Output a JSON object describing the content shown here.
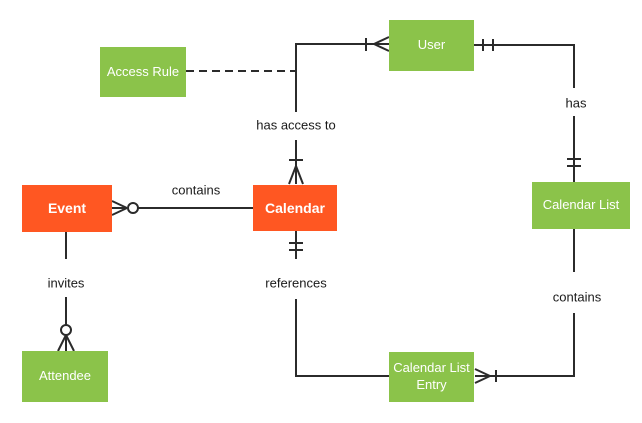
{
  "diagram": {
    "type": "entity-relationship",
    "background": "#ffffff",
    "colors": {
      "entity_green": "#8BC34A",
      "entity_orange": "#FF5722",
      "connector": "#2b2b2b",
      "label_text": "#1a1a1a",
      "entity_text": "#ffffff"
    },
    "entities": [
      {
        "id": "access-rule",
        "label": "Access Rule",
        "color": "#8BC34A"
      },
      {
        "id": "user",
        "label": "User",
        "color": "#8BC34A"
      },
      {
        "id": "event",
        "label": "Event",
        "color": "#FF5722"
      },
      {
        "id": "calendar",
        "label": "Calendar",
        "color": "#FF5722"
      },
      {
        "id": "calendar-list",
        "label": "Calendar List",
        "color": "#8BC34A"
      },
      {
        "id": "attendee",
        "label": "Attendee",
        "color": "#8BC34A"
      },
      {
        "id": "calendar-list-entry",
        "label": "Calendar List Entry",
        "color": "#8BC34A"
      }
    ],
    "relationships": [
      {
        "id": "has-access-to",
        "label": "has access to",
        "from": "User",
        "to": "Calendar",
        "from_cardinality": "one-or-many",
        "to_cardinality": "one-or-many",
        "style": "solid"
      },
      {
        "id": "contains-events",
        "label": "contains",
        "from": "Calendar",
        "to": "Event",
        "to_cardinality": "zero-or-many",
        "style": "solid"
      },
      {
        "id": "has",
        "label": "has",
        "from": "User",
        "to": "Calendar List",
        "from_cardinality": "exactly-one",
        "to_cardinality": "exactly-one",
        "style": "solid"
      },
      {
        "id": "references",
        "label": "references",
        "from": "Calendar List Entry",
        "to": "Calendar",
        "to_cardinality": "exactly-one",
        "style": "solid"
      },
      {
        "id": "contains-entries",
        "label": "contains",
        "from": "Calendar List",
        "to": "Calendar List Entry",
        "to_cardinality": "one-or-many",
        "style": "solid"
      },
      {
        "id": "invites",
        "label": "invites",
        "from": "Event",
        "to": "Attendee",
        "to_cardinality": "zero-or-many",
        "style": "solid"
      },
      {
        "id": "access-rule-link",
        "from": "Access Rule",
        "to": "has-access-to",
        "style": "dashed"
      }
    ]
  }
}
